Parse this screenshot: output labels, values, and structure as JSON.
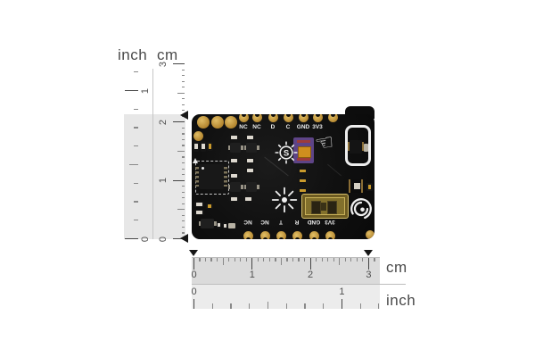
{
  "vertical_ruler": {
    "inch_label": "inch",
    "cm_label": "cm",
    "cm_numbers": [
      "0",
      "1",
      "2",
      "3"
    ],
    "inch_numbers": [
      "0",
      "1"
    ]
  },
  "horizontal_ruler": {
    "cm_label": "cm",
    "inch_label": "inch",
    "cm_numbers": [
      "0",
      "1",
      "2",
      "3"
    ],
    "inch_numbers": [
      "0",
      "1"
    ]
  },
  "board": {
    "top_pin_labels": [
      "NC",
      "NC",
      "D",
      "C",
      "GND",
      "3V3"
    ],
    "bottom_pin_labels": [
      "NC",
      "NC",
      "T",
      "R",
      "GND",
      "3V3"
    ],
    "touch_hand_glyph": "☜",
    "light_sensor_letter": "S",
    "icons": [
      "light-sensor-s-icon",
      "touch-hand-icon",
      "brightness-sun-icon",
      "brand-logo-icon",
      "touch-pad-outline"
    ],
    "colors": {
      "pcb_black": "#0e0e0e",
      "pad_gold": "#c2913a",
      "silkscreen_white": "#f0f0f0",
      "sensor_purple": "#5e4487",
      "sensor_die_amber": "#cf8e1e"
    }
  },
  "ruler_style": {
    "cm_band": "#dbdbdb",
    "inch_band": "#ececec",
    "shade": "#e7e7e7",
    "text": "#4a4a4a",
    "marker_color": "#161616"
  }
}
